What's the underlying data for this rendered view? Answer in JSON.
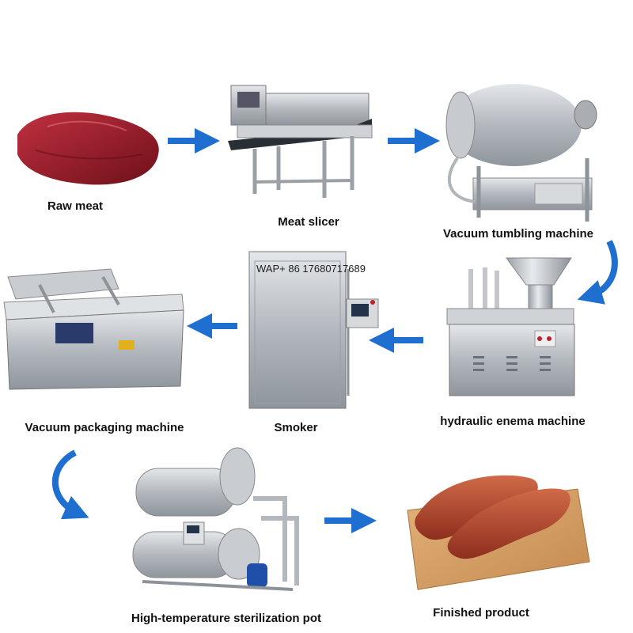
{
  "steps": [
    {
      "label": "Raw meat"
    },
    {
      "label": "Meat slicer"
    },
    {
      "label": "Vacuum tumbling machine"
    },
    {
      "label": "hydraulic enema machine"
    },
    {
      "label": "Smoker"
    },
    {
      "label": "Vacuum packaging machine"
    },
    {
      "label": "High-temperature sterilization pot"
    },
    {
      "label": "Finished product"
    }
  ],
  "watermark": "WAP+ 86 17680717689",
  "colors": {
    "arrow": "#1e6fd0",
    "steel": "#b9bec4",
    "meat": "#8e1a26",
    "sausage": "#b5462f"
  }
}
